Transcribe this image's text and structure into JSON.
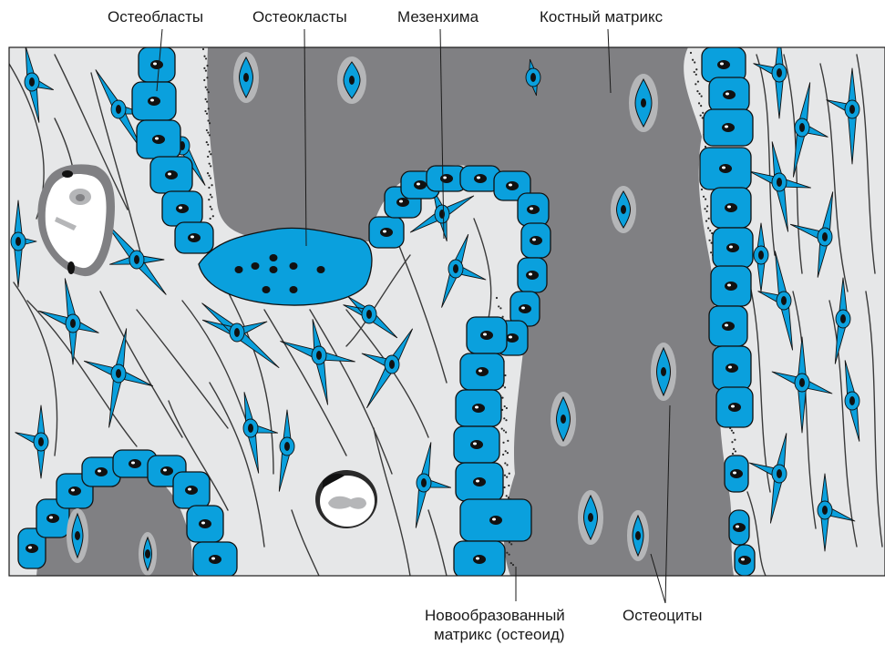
{
  "labels": {
    "osteoblasts": "Остеобласты",
    "osteoclasts": "Остеокласты",
    "mesenchyme": "Мезенхима",
    "bone_matrix": "Костный матрикс",
    "new_matrix_line1": "Новообразованный",
    "new_matrix_line2": "матрикс (остеоид)",
    "osteocytes": "Остеоциты"
  },
  "colors": {
    "cell_blue": "#0aa0dd",
    "bone_matrix": "#808083",
    "mesenchyme_bg": "#e6e7e8",
    "lacuna_halo": "#b5b6b8",
    "nucleus": "#111111",
    "outline": "#2a2a2a"
  }
}
